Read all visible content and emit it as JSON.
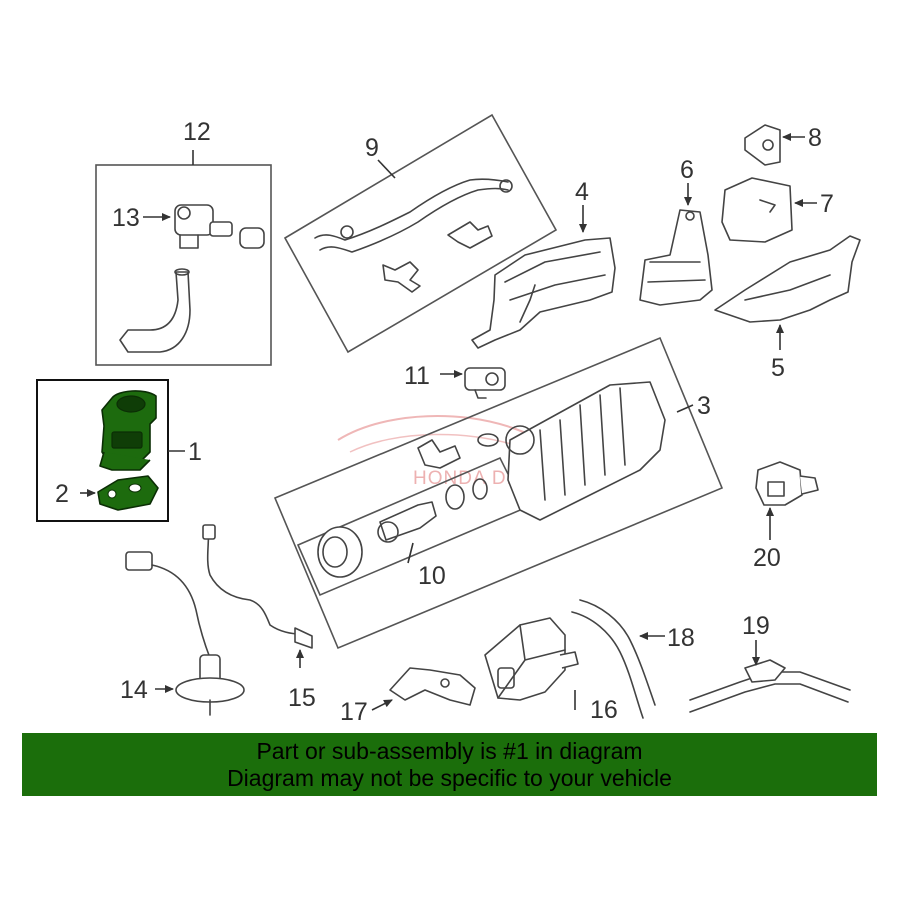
{
  "diagram": {
    "callouts": [
      "1",
      "2",
      "3",
      "4",
      "5",
      "6",
      "7",
      "8",
      "9",
      "10",
      "11",
      "12",
      "13",
      "14",
      "15",
      "16",
      "17",
      "18",
      "19",
      "20"
    ],
    "highlighted_part": "1",
    "highlight_color": "#1d6b0e",
    "watermark_text": "HONDA DREAM"
  },
  "banner": {
    "line1": "Part or sub-assembly is #1 in diagram",
    "line2": "Diagram may not be specific to your vehicle",
    "background_color": "#1b6e0b"
  }
}
